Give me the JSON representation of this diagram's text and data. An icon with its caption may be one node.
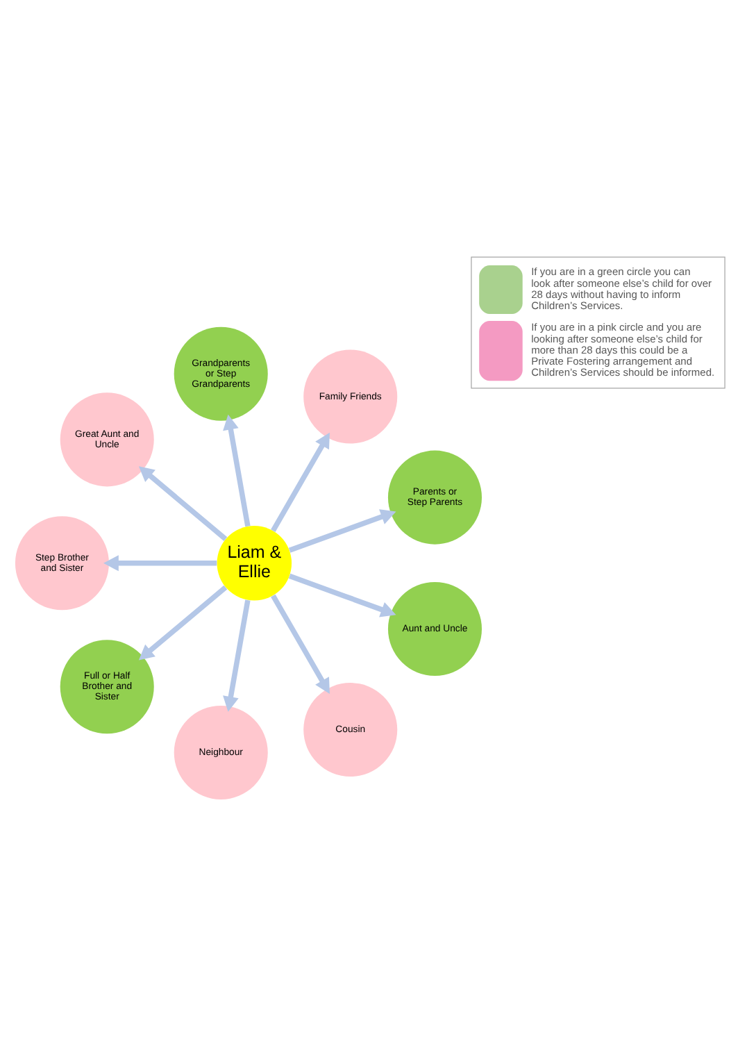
{
  "diagram": {
    "nodes": [
      {
        "text": [
          "Liam & Ellie"
        ]
      },
      {
        "text": [
          "Parents or Step Parents"
        ]
      },
      {
        "text": [
          "Family Friends"
        ]
      },
      {
        "text": [
          "Grandparents or Step Grandparents"
        ]
      },
      {
        "text": [
          "Great Aunt and Uncle"
        ]
      },
      {
        "text": [
          "Step Brother and Sister"
        ]
      },
      {
        "text": [
          "Full or Half Brother and Sister"
        ]
      },
      {
        "text": [
          "Neighbour"
        ]
      },
      {
        "text": [
          "Cousin"
        ]
      },
      {
        "text": [
          "Aunt and Uncle"
        ]
      }
    ],
    "edges": [
      {
        "from": 0,
        "to": 1,
        "arrow": "to"
      },
      {
        "from": 0,
        "to": 2,
        "arrow": "to"
      },
      {
        "from": 0,
        "to": 3,
        "arrow": "to"
      },
      {
        "from": 0,
        "to": 4,
        "arrow": "to"
      },
      {
        "from": 0,
        "to": 5,
        "arrow": "to"
      },
      {
        "from": 0,
        "to": 6,
        "arrow": "to"
      },
      {
        "from": 0,
        "to": 7,
        "arrow": "to"
      },
      {
        "from": 0,
        "to": 8,
        "arrow": "to"
      },
      {
        "from": 0,
        "to": 9,
        "arrow": "to"
      }
    ],
    "legend": [
      {
        "text": "If you are in a green circle you can look after someone else’s child for over 28 days without having to inform Children’s Services.",
        "color": "#a9d18e"
      },
      {
        "text": "If you are in a pink circle and you are looking after someone else’s child for more than 28 days this could be a Private Fostering arrangement and Children’s Services should be informed.",
        "color": "#f49ac2"
      }
    ]
  }
}
